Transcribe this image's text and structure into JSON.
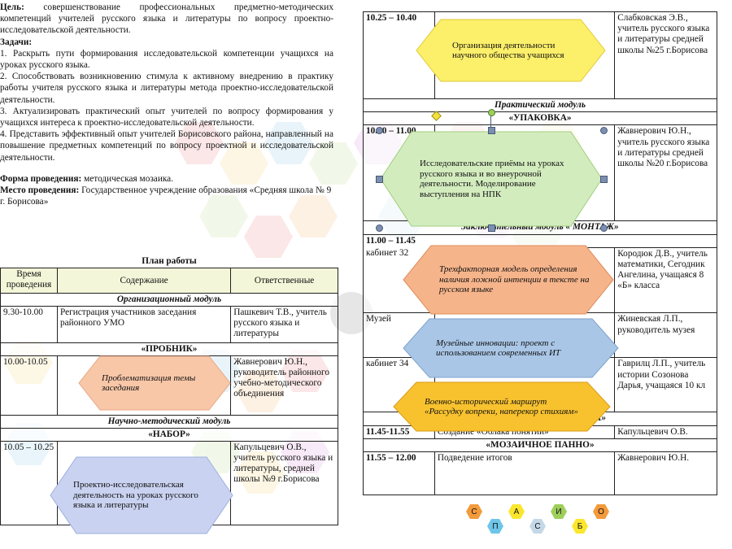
{
  "intro": {
    "goal_label": "Цель:",
    "goal_text": "совершенствование профессиональных предметно-методических компетенций  учителей русского языка и литературы по вопросу проектно-исследовательской деятельности.",
    "tasks_label": "Задачи:",
    "tasks": [
      "1.  Раскрыть  пути  формирования  исследовательской  компетенции учащихся на уроках русского языка.",
      "2. Способствовать возникновению стимула к активному внедрению в практику  работы  учителя  русского  языка  и  литературы  метода проектно-исследовательской  деятельности.",
      "3. Актуализировать практический опыт учителей по вопросу формирования у учащихся интереса к проектно-исследовательской деятельности.",
      "4.  Представить  эффективный  опыт  учителей  Борисовского  района, направленный на повышение предметных компетенций по вопросу проектной и исследовательской деятельности."
    ],
    "form_label": "Форма проведения:",
    "form_text": " методическая мозаика.",
    "place_label": "Место проведения:",
    "place_text": " Государственное  учреждение образования «Средняя школа № 9 г. Борисова»"
  },
  "plan": {
    "title": "План работы",
    "headers": [
      "Время проведения",
      "Содержание",
      "Ответственные"
    ],
    "module1": "Организационный модуль",
    "row1": {
      "time": "9.30-10.00",
      "content": "Регистрация  участников  заседания  районного  УМО",
      "resp": "Пашкевич Т.В., учитель русского языка и литературы"
    },
    "stage1": "«ПРОБНИК»",
    "row2": {
      "time": "10.00-10.05",
      "content": "Проблематизация темы заседания",
      "resp": "Жавнерович Ю.Н., руководитель районного учебно-методического объединения"
    },
    "module2": "Научно-методический модуль",
    "stage2": "«НАБОР»",
    "row3": {
      "time": "10.05 – 10.25",
      "content": "Проектно-исследовательская деятельность на уроках русского языка и литературы",
      "resp": "Капульцевич О.В., учитель русского языка и литературы, средней школы №9 г.Борисова"
    }
  },
  "right": {
    "row1": {
      "time": "10.25 – 10.40",
      "content": "Организация  деятельности научного общества учащихся",
      "resp": "Слабковская Э.В., учитель русского языка и литературы средней школы №25 г.Борисова"
    },
    "module3": "Практический модуль",
    "stage3": "«УПАКОВКА»",
    "row2": {
      "time": "10.40 – 11.00",
      "content": "Исследовательские  приёмы на уроках русского языка и во внеурочной деятельности. Моделирование выступления на НПК",
      "resp": "Жавнерович Ю.Н., учитель русского языка и литературы средней школы №20 г.Борисова"
    },
    "module4": "Заключительный модуль « МОНТАЖ»",
    "time4": "11.00 – 11.45",
    "row3": {
      "place": "кабинет 32",
      "content": "Трехфакторная модель определения наличия ложной интенции в тексте на русском языке",
      "resp": "Кородюк Д.В., учитель математики, Сегодник Ангелина, учащаяся 8 «Б» класса"
    },
    "row4": {
      "place": "Музей",
      "content": "Музейные инновации: проект с использованием современных ИТ",
      "resp": "Жиневская Л.П., руководитель музея"
    },
    "row5": {
      "place": "кабинет 34",
      "content": "Военно-исторический маршрут «Рассудку вопреки, наперекор стихиям»",
      "resp": "Гаврилц Л.П., учитель истории Созонова Дарья, учащаяся 10 кл"
    },
    "module5": "Рефлексивный блок «ЗАТИРКА»",
    "row6": {
      "time": "11.45-11.55",
      "content": "Создание «Облака понятий»",
      "resp": "Капульцевич О.В."
    },
    "stage6": "«МОЗАИЧНОЕ ПАННО»",
    "row7": {
      "time": "11.55 – 12.00",
      "content": "Подведение  итогов",
      "resp": "Жавнерович Ю.Н."
    }
  },
  "logo_letters": [
    "С",
    "П",
    "А",
    "С",
    "И",
    "Б",
    "О"
  ],
  "colors": {
    "orange": "#f39a3b",
    "yellow": "#fbe62e",
    "green": "#9ecf5a",
    "blue": "#8fb4dc",
    "peach": "#f6b48b",
    "lavender": "#b8c6ea"
  }
}
